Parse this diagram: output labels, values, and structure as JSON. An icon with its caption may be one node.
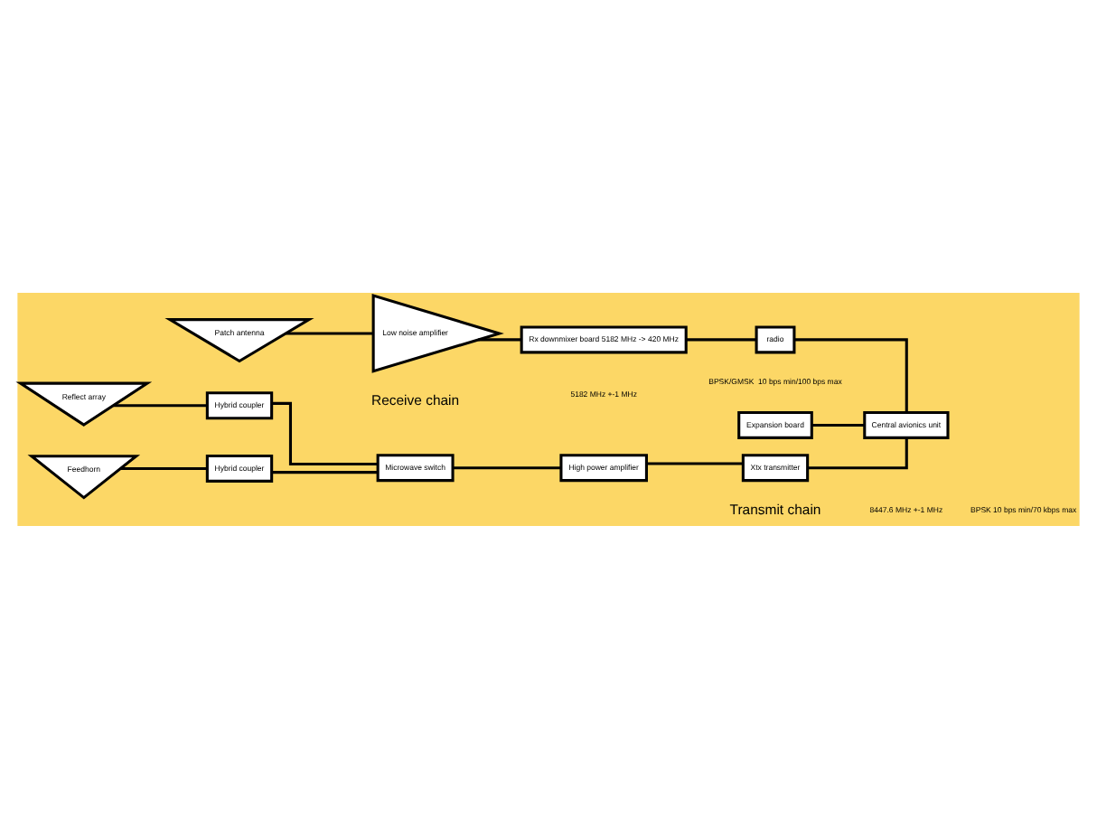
{
  "diagram": {
    "nodes": [
      {
        "text": [
          "Patch antenna"
        ]
      },
      {
        "text": [
          "Low noise amplifier"
        ]
      },
      {
        "text": [
          "Rx downmixer board 5182 MHz -> 420 MHz"
        ]
      },
      {
        "text": [
          "radio"
        ]
      },
      {
        "text": [
          "Expansion board"
        ]
      },
      {
        "text": [
          "Central avionics unit"
        ]
      },
      {
        "text": [
          "Reflect array"
        ]
      },
      {
        "text": [
          "Hybrid coupler"
        ]
      },
      {
        "text": [
          "Feedhorn"
        ]
      },
      {
        "text": [
          "Microwave switch"
        ]
      },
      {
        "text": [
          "High power amplifier"
        ]
      },
      {
        "text": [
          "Xtx transmitter"
        ]
      },
      {
        "text": [
          "Hybrid coupler"
        ]
      }
    ],
    "edges": [
      {
        "from": 0,
        "to": 1,
        "arrow": "none"
      },
      {
        "from": 1,
        "to": 2,
        "arrow": "none"
      },
      {
        "from": 2,
        "to": 3,
        "arrow": "none"
      },
      {
        "from": 3,
        "to": 5,
        "arrow": "none"
      },
      {
        "from": 4,
        "to": 5,
        "arrow": "none"
      },
      {
        "from": 6,
        "to": 7,
        "arrow": "none"
      },
      {
        "from": 7,
        "to": 9,
        "arrow": "none"
      },
      {
        "from": 8,
        "to": 12,
        "arrow": "none"
      },
      {
        "from": 12,
        "to": 9,
        "arrow": "none"
      },
      {
        "from": 9,
        "to": 10,
        "arrow": "none"
      },
      {
        "from": 10,
        "to": 11,
        "arrow": "none"
      },
      {
        "from": 11,
        "to": 5,
        "arrow": "none"
      }
    ],
    "labels": [
      "Receive chain",
      "5182 MHz +-1 MHz",
      "BPSK/GMSK  10 bps min/100 bps max",
      "Transmit chain",
      "8447.6 MHz +-1 MHz",
      "BPSK 10 bps min/70 kbps max"
    ]
  }
}
